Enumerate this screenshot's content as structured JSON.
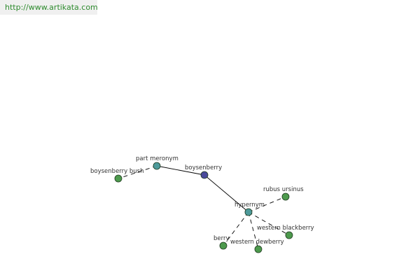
{
  "source": {
    "url_text": "http://www.artikata.com"
  },
  "colors": {
    "center_node": "#4a4a9c",
    "relation_node": "#4d9a9a",
    "leaf_node": "#4d9a4d",
    "edge": "#000000",
    "link_text": "#2e8b2e",
    "link_bg": "#f0f0f0"
  },
  "graph": {
    "center": {
      "label": "boysenberry"
    },
    "relations": [
      {
        "label": "part meronym"
      },
      {
        "label": "hypernym"
      }
    ],
    "leaves": [
      {
        "label": "boysenberry bush",
        "relation": "part meronym"
      },
      {
        "label": "rubus ursinus",
        "relation": "hypernym"
      },
      {
        "label": "western blackberry",
        "relation": "hypernym"
      },
      {
        "label": "western dewberry",
        "relation": "hypernym"
      },
      {
        "label": "berry",
        "relation": "hypernym"
      }
    ]
  }
}
